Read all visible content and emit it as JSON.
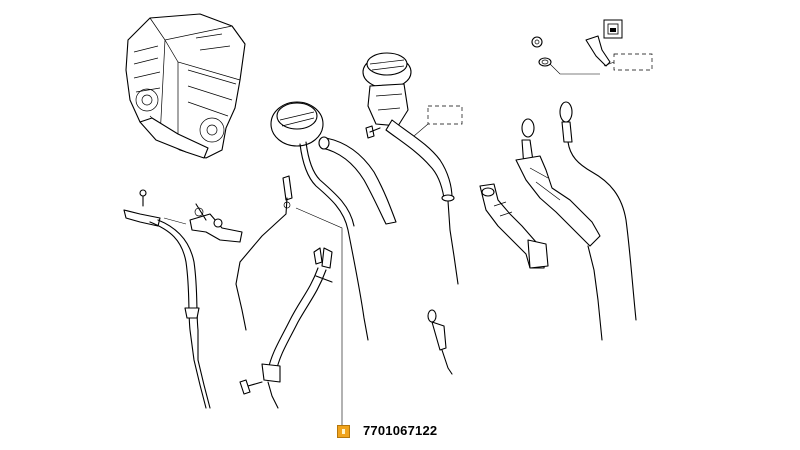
{
  "diagram": {
    "parts": [
      {
        "name": "engine-block"
      },
      {
        "name": "oil-filler-cap"
      },
      {
        "name": "oil-filler-tube-with-cap"
      },
      {
        "name": "dipstick-guide-tube"
      },
      {
        "name": "oil-dipstick"
      }
    ],
    "callout": {
      "reference_number": "7701067122",
      "badge_color": "#f0a31c"
    }
  }
}
